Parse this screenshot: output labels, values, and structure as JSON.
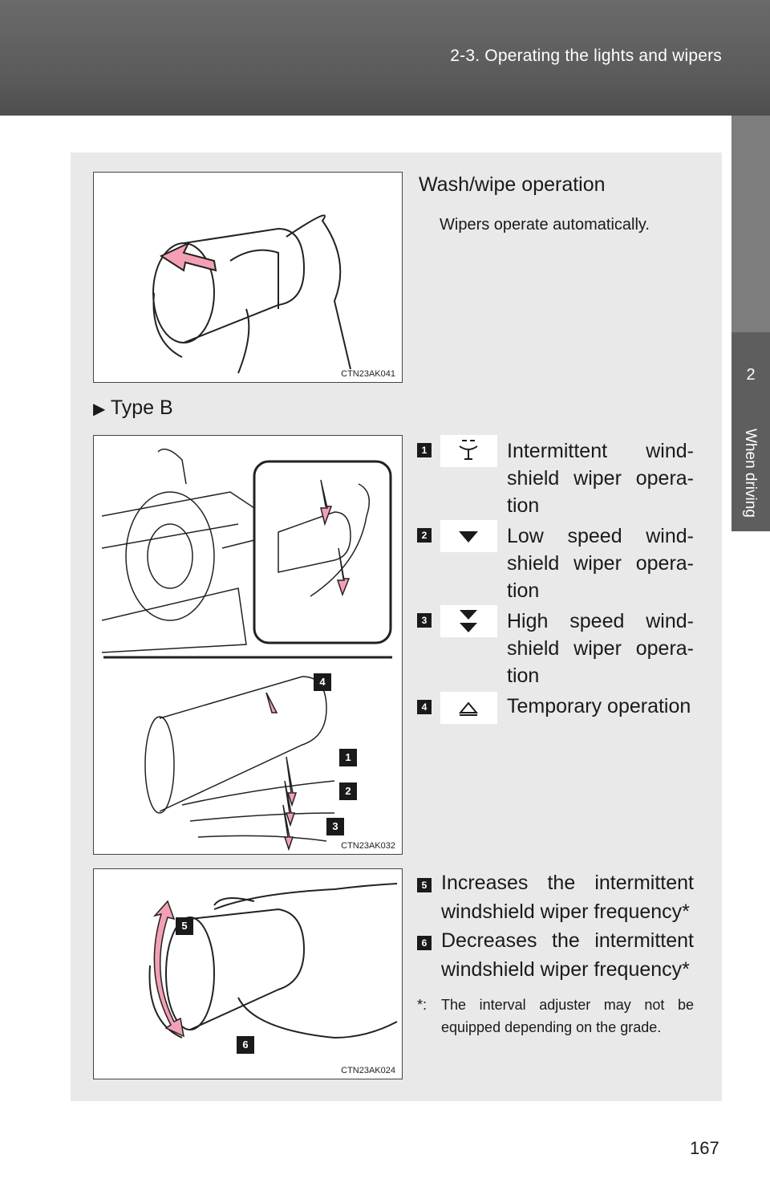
{
  "header": {
    "title": "2-3. Operating the lights and wipers"
  },
  "side_tab": {
    "chapter": "2",
    "label": "When driving"
  },
  "section1": {
    "heading": "Wash/wipe operation",
    "body": "Wipers operate automatically.",
    "figure_code": "CTN23AK041"
  },
  "type_b": {
    "label": "Type B"
  },
  "section2": {
    "figure_code": "CTN23AK032",
    "figure_labels": [
      "4",
      "1",
      "2",
      "3"
    ],
    "items": [
      {
        "num": "1",
        "icon": "intermittent-wiper-icon",
        "lines": [
          "Intermittent wind-",
          "shield wiper opera-",
          "tion"
        ]
      },
      {
        "num": "2",
        "icon": "low-speed-icon",
        "lines": [
          "Low speed wind-",
          "shield wiper opera-",
          "tion"
        ]
      },
      {
        "num": "3",
        "icon": "high-speed-icon",
        "lines": [
          "High speed wind-",
          "shield wiper opera-",
          "tion"
        ]
      },
      {
        "num": "4",
        "icon": "temporary-operation-icon",
        "lines": [
          "Temporary operation"
        ]
      }
    ]
  },
  "section3": {
    "figure_code": "CTN23AK024",
    "figure_labels": [
      "5",
      "6"
    ],
    "items": [
      {
        "num": "5",
        "lines": [
          "Increases the intermittent",
          "windshield wiper frequency*"
        ]
      },
      {
        "num": "6",
        "lines": [
          "Decreases the intermittent",
          "windshield wiper frequency*"
        ]
      }
    ],
    "note_mark": "*:",
    "note": "The interval adjuster may not be equipped depending on the grade."
  },
  "page_number": "167"
}
